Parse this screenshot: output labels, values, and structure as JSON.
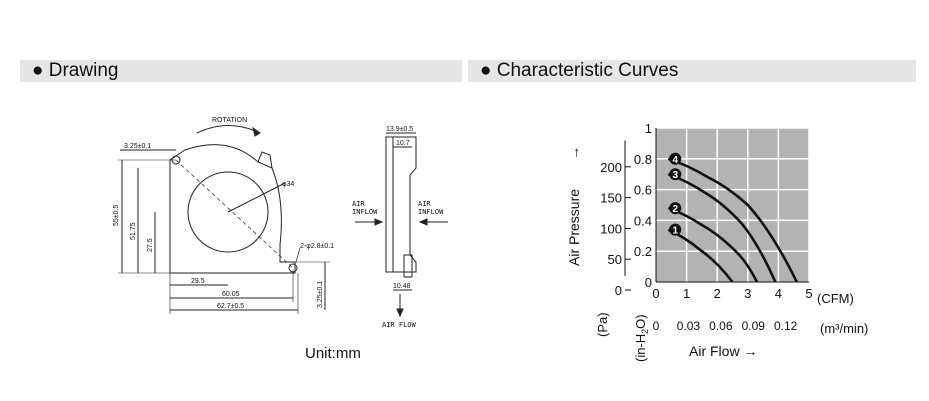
{
  "headers": {
    "drawing": "● Drawing",
    "curves": "● Characteristic Curves"
  },
  "drawing": {
    "rotation": "ROTATION",
    "dim_top_left": "3.25±0.1",
    "dim_height": "55±0.5",
    "dim_inner_height": "51.75",
    "dim_hub_height": "27.5",
    "dim_diameter": "φ34",
    "dim_hole": "2-φ2.8±0.1",
    "dim_hub_x": "29.5",
    "dim_hole_span": "60.05",
    "dim_width": "62.7±0.5",
    "dim_bottom_right": "3.25±0.1",
    "side_thickness": "13.9±0.5",
    "side_inner": "10.7",
    "side_bottom": "10.48",
    "air_inflow_left": [
      "AIR",
      "INFLOW"
    ],
    "air_inflow_right": [
      "AIR",
      "INFLOW"
    ],
    "air_flow": "AIR FLOW",
    "unit": "Unit:mm"
  },
  "chart_data": {
    "type": "line",
    "ylabel": "Air Pressure",
    "xlabel": "Air Flow",
    "x_unit_primary": "(CFM)",
    "x_unit_secondary": "(m³/min)",
    "y_unit_primary": "(Pa)",
    "y_unit_secondary": "(in-H2O)",
    "xlim": [
      0,
      5
    ],
    "ylim_inH2O": [
      0,
      1
    ],
    "x_ticks_cfm": [
      "0",
      "1",
      "2",
      "3",
      "4",
      "5"
    ],
    "x_ticks_m3min": [
      "0",
      "0.03",
      "0.06",
      "0.09",
      "0.12"
    ],
    "y_ticks_inH2O": [
      "0",
      "0.2",
      "0.4",
      "0.6",
      "0.8",
      "1"
    ],
    "y_ticks_pa": [
      "0",
      "50",
      "100",
      "150",
      "200"
    ],
    "grid": true,
    "series": [
      {
        "name": "1",
        "x": [
          0.4,
          1.5,
          2.5
        ],
        "y": [
          0.34,
          0.2,
          0.0
        ]
      },
      {
        "name": "2",
        "x": [
          0.4,
          1.5,
          2.7,
          3.3
        ],
        "y": [
          0.48,
          0.37,
          0.18,
          0.0
        ]
      },
      {
        "name": "3",
        "x": [
          0.4,
          1.6,
          2.8,
          3.9
        ],
        "y": [
          0.7,
          0.58,
          0.38,
          0.0
        ]
      },
      {
        "name": "4",
        "x": [
          0.4,
          1.7,
          3.0,
          4.6
        ],
        "y": [
          0.8,
          0.68,
          0.5,
          0.0
        ]
      }
    ]
  }
}
